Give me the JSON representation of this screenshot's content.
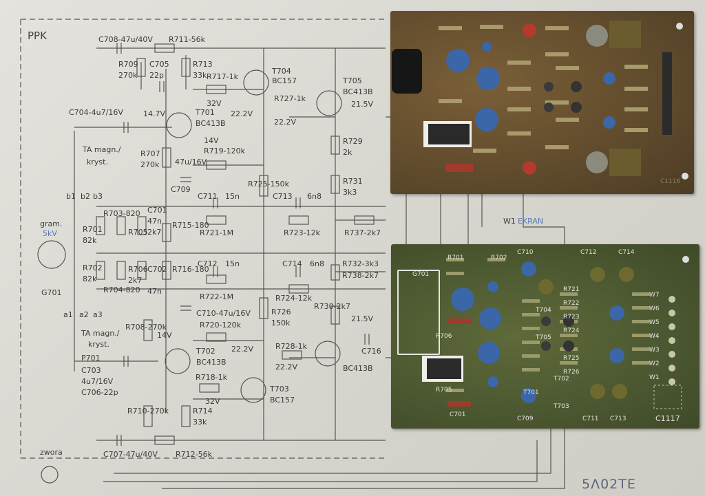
{
  "schematic": {
    "frame_label": "PPK",
    "footer_code": "5Λ02TE",
    "connector_label": "gram.",
    "connector_voltage": "5kV",
    "connector_ref": "G701",
    "bottom_left_label": "zwora",
    "ta_top": [
      "TA magn./",
      "kryst."
    ],
    "ta_bottom": [
      "TA magn./",
      "kryst."
    ],
    "switch_top": [
      "b1",
      "b2",
      "b3"
    ],
    "switch_bottom": [
      "a1",
      "a2",
      "a3"
    ],
    "board_label_w1": "W1",
    "board_label_ekran": "EKRAN",
    "components_top": [
      "C708-47u/40V",
      "R711-56k",
      "R709",
      "270k",
      "C705",
      "22p",
      "R713",
      "33k",
      "R717-1k",
      "32V",
      "T704",
      "BC157",
      "T705",
      "BC413B",
      "R727-1k",
      "22.2V",
      "21.5V",
      "C704-4u7/16V",
      "14.7V",
      "T701",
      "BC413B",
      "22.2V",
      "14V",
      "R719-120k",
      "R707",
      "270k",
      "47u/16V",
      "R729",
      "2k",
      "R731",
      "3k3",
      "C711",
      "15n",
      "C713",
      "6n8",
      "R725-150k",
      "C709",
      "R715-180",
      "R721-1M",
      "R723-12k",
      "R737-2k7",
      "R703-820",
      "R701",
      "82k",
      "R705",
      "2k7",
      "C701",
      "47n"
    ],
    "components_bottom": [
      "R702",
      "82k",
      "R704-820",
      "R706",
      "2k7",
      "C702",
      "47n",
      "R716-180",
      "C712",
      "15n",
      "C714",
      "6n8",
      "R732-3k3",
      "R738-2k7",
      "R722-1M",
      "R724-12k",
      "C710-47u/16V",
      "R720-120k",
      "R726",
      "150k",
      "R730-2k7",
      "21.5V",
      "R708-270k",
      "14V",
      "22.2V",
      "R728-1k",
      "22.2V",
      "P701",
      "T702",
      "BC413B",
      "C703",
      "4u7/16V",
      "C706-22p",
      "R718-1k",
      "32V",
      "T703",
      "BC157",
      "R710-270k",
      "R714",
      "33k",
      "C707-47u/40V",
      "R712-56k",
      "BC413B",
      "C716"
    ]
  },
  "pcb_top": {
    "label": "C1116"
  },
  "pcb_bottom": {
    "label": "C1117",
    "pins": [
      "W7",
      "W6",
      "W5",
      "W4",
      "W3",
      "W2",
      "W1"
    ],
    "silkscreen": [
      "G701",
      "C710",
      "C712",
      "C714",
      "R701",
      "R702",
      "C709",
      "C711",
      "C713",
      "C701",
      "R705",
      "R706",
      "R721",
      "R722",
      "R723",
      "R724",
      "R725",
      "R726",
      "T701",
      "T702",
      "T703",
      "T704",
      "T705"
    ]
  },
  "colors": {
    "paper": "#dcdbd5",
    "ink": "#3a3a3a",
    "pcb_top": "#5f4a2c",
    "pcb_bottom": "#4b5730",
    "cap_blue": "#3b66a8"
  }
}
